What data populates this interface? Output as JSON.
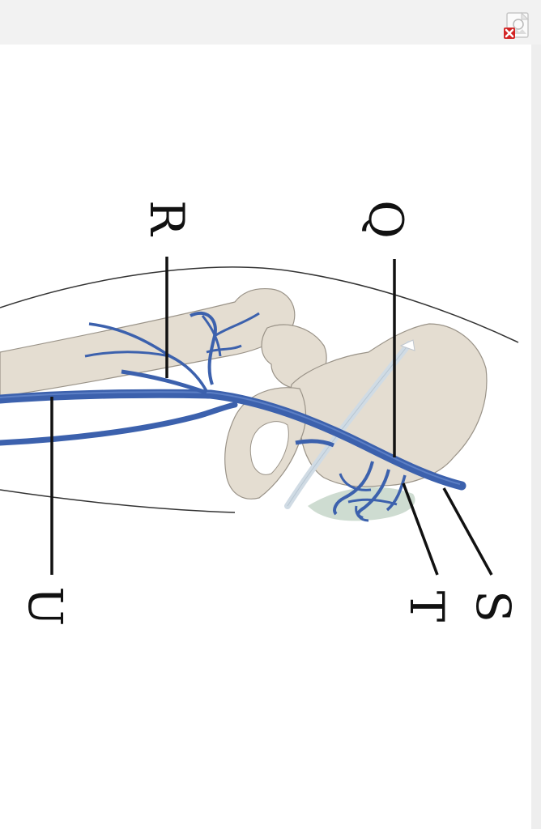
{
  "diagram": {
    "labels": {
      "q": "Q",
      "r": "R",
      "s": "S",
      "t": "T",
      "u": "U"
    },
    "colors": {
      "vein": "#3c61ad",
      "vein_light": "#6a8bcf",
      "bone": "#e4ddd1",
      "bone_outline": "#9a9388",
      "tissue": "#c5d6c9",
      "ligament": "#d0dbe4"
    }
  },
  "icons": {
    "broken_image": "broken-image-icon"
  }
}
